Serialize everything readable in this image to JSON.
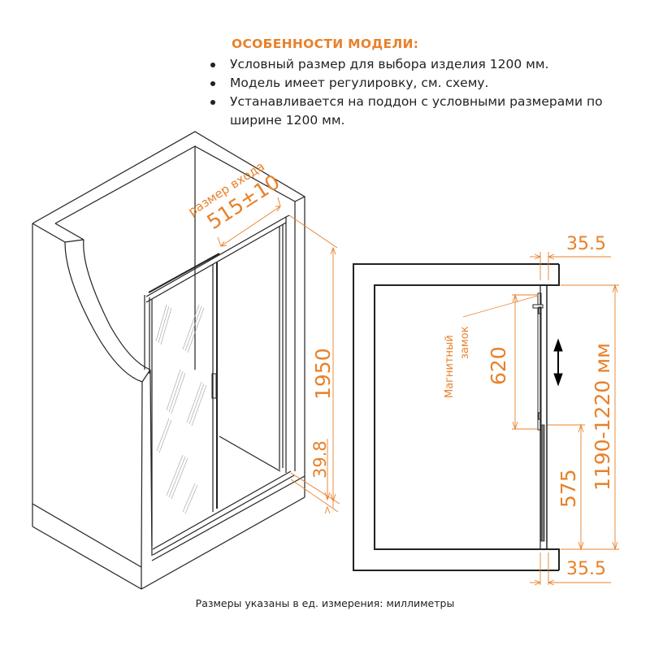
{
  "features": {
    "title": "ОСОБЕННОСТИ МОДЕЛИ:",
    "items": [
      "Условный размер для выбора изделия 1200 мм.",
      "Модель имеет регулировку, см. схему.",
      "Устанавливается на поддон с условными размерами по ширине 1200 мм."
    ]
  },
  "iso_view": {
    "entrance_label": "размер входа",
    "entrance_value": "515±10",
    "height_value": "1950",
    "base_value": "39.8"
  },
  "plan_view": {
    "top_offset": "35.5",
    "bottom_offset": "35.5",
    "lock_label_line1": "Магнитный",
    "lock_label_line2": "замок",
    "door_value": "620",
    "fixed_value": "575",
    "range_value": "1190-1220 мм"
  },
  "footnote": "Размеры указаны в ед. измерения: миллиметры",
  "colors": {
    "accent": "#e8812b",
    "line": "#222222"
  }
}
